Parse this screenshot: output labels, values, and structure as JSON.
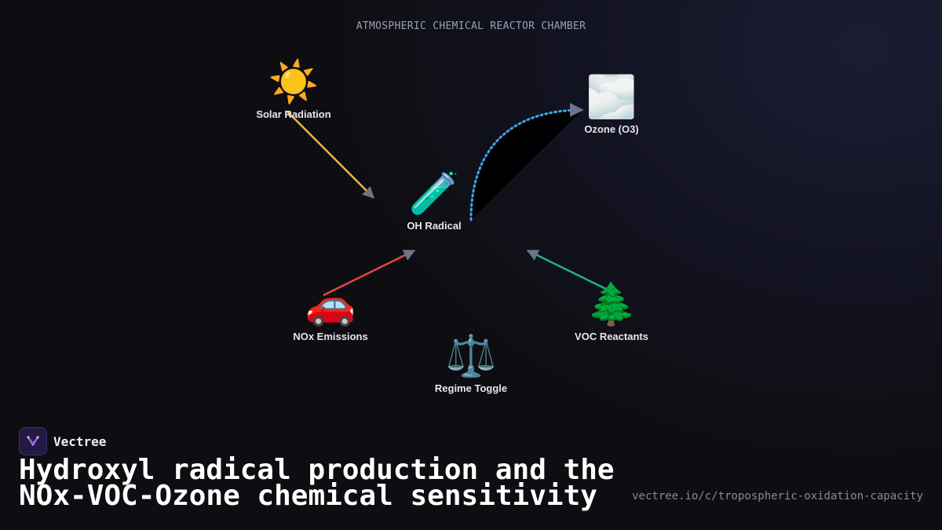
{
  "diagram": {
    "chamber_title": "ATMOSPHERIC CHEMICAL REACTOR CHAMBER",
    "nodes": {
      "solar": {
        "label": "Solar Radiation",
        "icon": "sun-icon",
        "glyph": "☀️"
      },
      "ozone": {
        "label": "Ozone (O3)",
        "icon": "cloud-icon",
        "glyph": "🌫️"
      },
      "oh": {
        "label": "OH Radical",
        "icon": "test-tube-icon",
        "glyph": "🧪"
      },
      "nox": {
        "label": "NOx Emissions",
        "icon": "car-icon",
        "glyph": "🚗"
      },
      "voc": {
        "label": "VOC Reactants",
        "icon": "tree-icon",
        "glyph": "🌲"
      },
      "regime": {
        "label": "Regime Toggle",
        "icon": "balance-scale-icon",
        "glyph": "⚖️"
      }
    },
    "edge_colors": {
      "solar_to_oh": "#f0b547",
      "nox_to_oh": "#e04848",
      "voc_to_oh": "#20b08a",
      "oh_to_ozone": "#3ea7e8",
      "arrowhead": "#6b7488"
    }
  },
  "brand": {
    "name": "Vectree"
  },
  "headline": {
    "line1": "Hydroxyl radical production and the",
    "line2": "NOx-VOC-Ozone chemical sensitivity"
  },
  "footer": {
    "url": "vectree.io/c/tropospheric-oxidation-capacity"
  }
}
